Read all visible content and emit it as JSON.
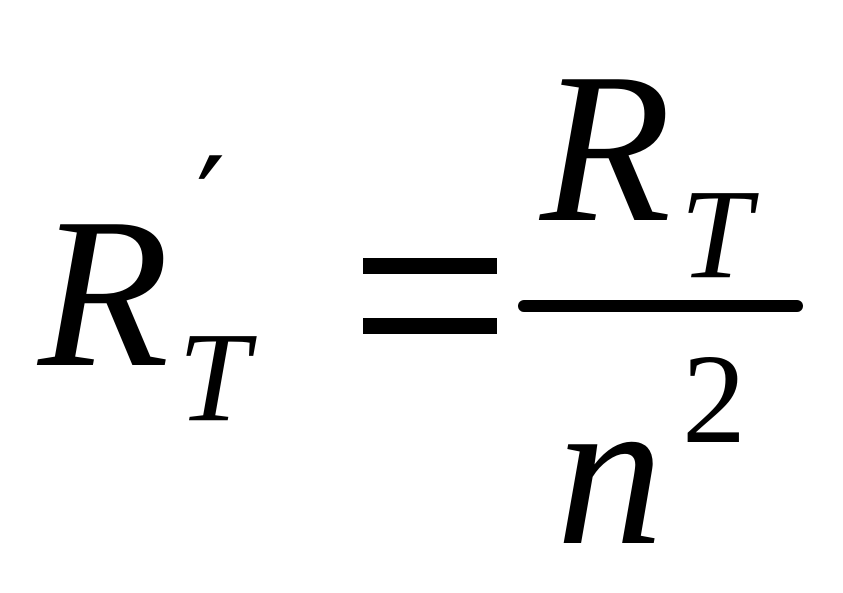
{
  "formula": {
    "lhs": {
      "base": "R",
      "prime": "′",
      "subscript": "T"
    },
    "operator": "=",
    "fraction": {
      "numerator": {
        "base": "R",
        "subscript": "T"
      },
      "denominator": {
        "base": "n",
        "superscript": "2"
      }
    },
    "color": "#000000"
  }
}
